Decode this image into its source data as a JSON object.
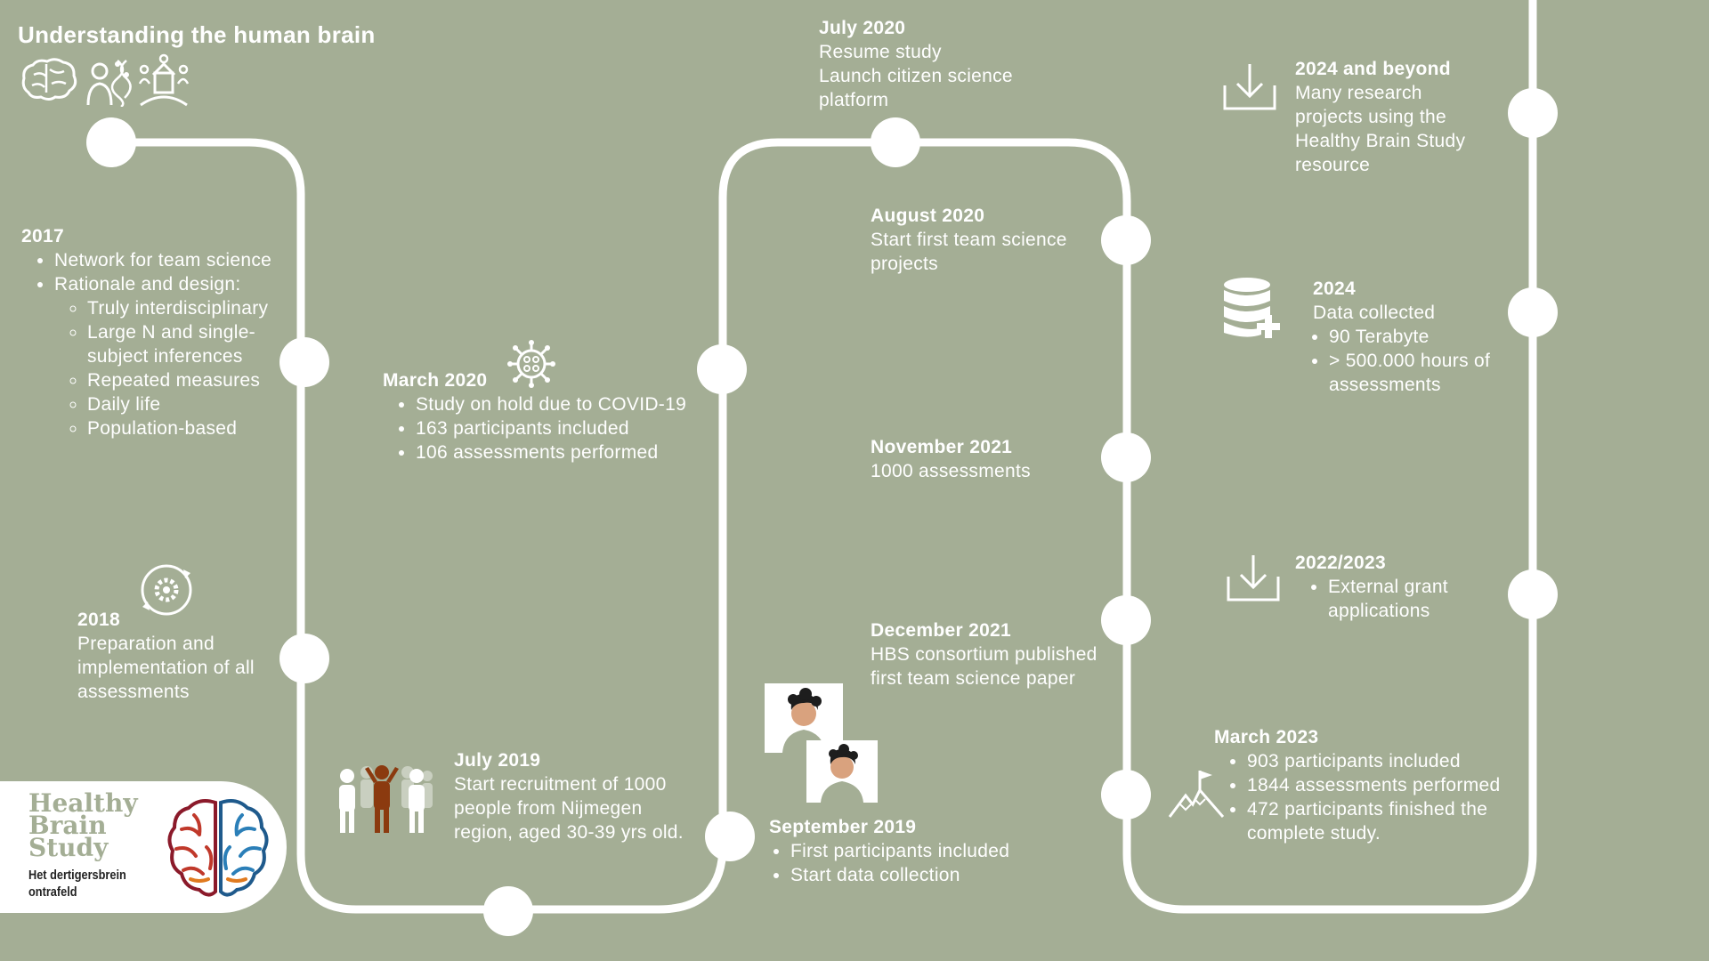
{
  "title": "Understanding the human brain",
  "colors": {
    "background": "#a4ae95",
    "path": "#ffffff",
    "text": "#ffffff",
    "figure_brown": "#8b3a0f",
    "logo_green": "#a4ae95"
  },
  "milestones": {
    "m2017": {
      "title": "2017",
      "items": [
        "Network for team science",
        "Rationale and design:"
      ],
      "subitems": [
        "Truly interdisciplinary",
        "Large N and single-subject inferences",
        "Repeated measures",
        "Daily life",
        "Population-based"
      ]
    },
    "m2018": {
      "title": "2018",
      "lines": [
        "Preparation and implementation of all assessments"
      ]
    },
    "jul2019": {
      "title": "July 2019",
      "lines": [
        "Start recruitment of 1000 people from Nijmegen region, aged 30-39 yrs old."
      ]
    },
    "mar2020": {
      "title": "March 2020",
      "items": [
        "Study on hold due to COVID-19",
        "163 participants included",
        "106 assessments performed"
      ]
    },
    "sep2019": {
      "title": "September 2019",
      "items": [
        "First participants included",
        "Start data collection"
      ]
    },
    "jul2020": {
      "title": "July 2020",
      "lines": [
        "Resume study",
        "Launch citizen science platform"
      ]
    },
    "aug2020": {
      "title": "August 2020",
      "lines": [
        "Start first team science projects"
      ]
    },
    "nov2021": {
      "title": "November 2021",
      "lines": [
        "1000 assessments"
      ]
    },
    "dec2021": {
      "title": "December 2021",
      "lines": [
        "HBS consortium published first team science paper"
      ]
    },
    "mar2023": {
      "title": "March 2023",
      "items": [
        "903 participants included",
        "1844 assessments performed",
        "472 participants finished the complete study."
      ]
    },
    "g2022": {
      "title": "2022/2023",
      "items": [
        "External grant applications"
      ]
    },
    "d2024": {
      "title": "2024",
      "lines": [
        "Data collected"
      ],
      "items": [
        "90 Terabyte",
        "> 500.000 hours of assessments"
      ]
    },
    "beyond": {
      "title": "2024 and beyond",
      "lines": [
        "Many research projects using the Healthy Brain Study resource"
      ]
    }
  },
  "logo": {
    "name_lines": [
      "Healthy",
      "Brain",
      "Study"
    ],
    "tagline_lines": [
      "Het dertigersbrein",
      "ontrafeld"
    ]
  },
  "icons": [
    "brain-icon",
    "dna-person-icon",
    "community-icon",
    "virus-icon",
    "gear-cycle-icon",
    "people-group-icon",
    "person-photo-icon",
    "download-icon",
    "database-add-icon",
    "mountain-flag-icon",
    "brain-logo-icon"
  ]
}
